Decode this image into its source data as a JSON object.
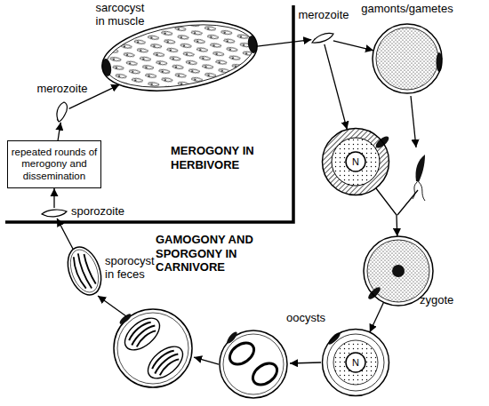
{
  "diagram": {
    "nodes": [
      {
        "text": [
          "sarcocyst in muscle"
        ]
      },
      {
        "text": [
          "merozoite"
        ]
      },
      {
        "text": [
          "repeated rounds of merogony and dissemination"
        ]
      },
      {
        "text": [
          "sporozoite"
        ]
      },
      {
        "text": [
          "merozoite"
        ]
      },
      {
        "text": [
          "gamonts/gametes"
        ]
      },
      {
        "text": [
          "N"
        ]
      },
      {
        "text": [
          "zygote"
        ]
      },
      {
        "text": [
          "N"
        ]
      },
      {
        "text": [
          "sporocyst in feces"
        ]
      }
    ],
    "edges": [
      {
        "from": 3,
        "to": 2,
        "arrow": "to"
      },
      {
        "from": 2,
        "to": 1,
        "arrow": "to"
      },
      {
        "from": 1,
        "to": 0,
        "arrow": "to"
      },
      {
        "from": 0,
        "to": 4,
        "arrow": "to"
      },
      {
        "from": 4,
        "to": 5,
        "arrow": "to"
      },
      {
        "from": 4,
        "to": 6,
        "arrow": "to"
      },
      {
        "from": 6,
        "to": 7,
        "arrow": "to"
      },
      {
        "from": 7,
        "to": 8,
        "arrow": "to"
      },
      {
        "from": 9,
        "to": 3,
        "arrow": "to"
      }
    ],
    "labels": [
      "MEROGONY IN HERBIVORE",
      "GAMOGONY AND SPORGONY IN CARNIVORE",
      "oocysts"
    ]
  }
}
